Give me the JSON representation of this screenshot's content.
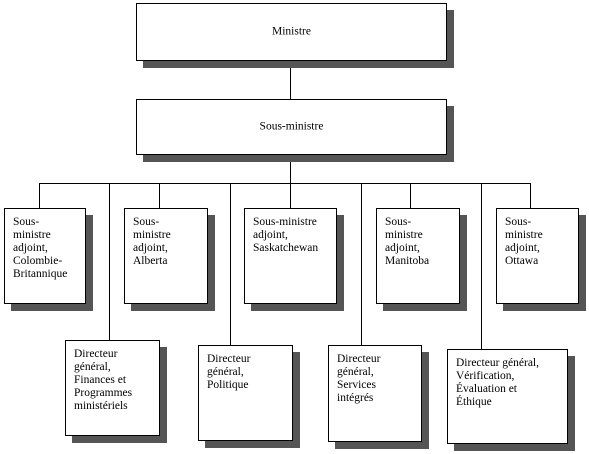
{
  "org_chart": {
    "top": {
      "label": "Ministre"
    },
    "deputy": {
      "label": "Sous-ministre"
    },
    "regional": [
      {
        "label": "Sous-\nministre\nadjoint,\nColombie-\nBritannique"
      },
      {
        "label": "Sous-\nministre\nadjoint,\nAlberta"
      },
      {
        "label": "Sous-ministre\nadjoint,\nSaskatchewan"
      },
      {
        "label": "Sous-\nministre\nadjoint,\nManitoba"
      },
      {
        "label": "Sous-\nministre\nadjoint,\nOttawa"
      }
    ],
    "directors": [
      {
        "label": "Directeur\ngénéral,\nFinances et\nProgrammes\nministériels"
      },
      {
        "label": "Directeur\ngénéral,\nPolitique"
      },
      {
        "label": "Directeur\ngénéral,\nServices\nintégrés"
      },
      {
        "label": "Directeur général,\nVérification,\nÉvaluation et\nÉthique"
      }
    ]
  }
}
